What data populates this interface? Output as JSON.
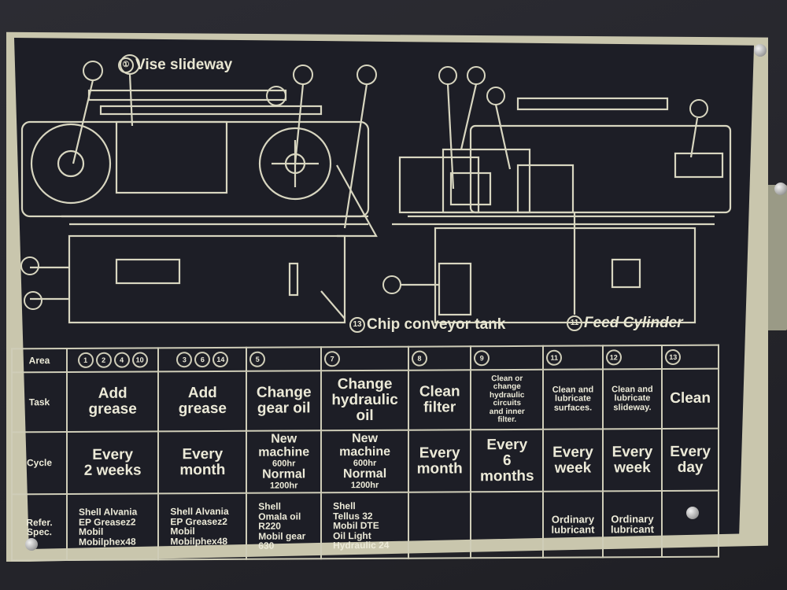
{
  "plate": {
    "diagram_labels": {
      "vise_slideway": {
        "number": "①",
        "text": "Vise slideway"
      },
      "chip_conveyor_tank": {
        "number": "13",
        "text": "Chip conveyor tank"
      },
      "feed_cylinder": {
        "number": "11",
        "text": "Feed Cylinder"
      }
    },
    "row_headers": {
      "area": "Area",
      "task": "Task",
      "cycle": "Cycle",
      "spec": [
        "Refer.",
        "Spec."
      ]
    },
    "columns": [
      {
        "areas": [
          "1",
          "2",
          "4",
          "10"
        ],
        "task": [
          "Add",
          "grease"
        ],
        "cycle": [
          "Every",
          "2 weeks"
        ],
        "spec": [
          "Shell Alvania",
          "EP Greasez2",
          "Mobil",
          "Mobilphex48"
        ]
      },
      {
        "areas": [
          "3",
          "6",
          "14"
        ],
        "task": [
          "Add",
          "grease"
        ],
        "cycle": [
          "Every",
          "month"
        ],
        "spec": [
          "Shell Alvania",
          "EP Greasez2",
          "Mobil",
          "Mobilphex48"
        ]
      },
      {
        "areas": [
          "5"
        ],
        "task": [
          "Change",
          "gear oil"
        ],
        "cycle": [
          "New",
          "machine",
          "600hr",
          "Normal",
          "1200hr"
        ],
        "spec": [
          "Shell",
          "Omala oil",
          "R220",
          "Mobil gear",
          "630"
        ]
      },
      {
        "areas": [
          "7"
        ],
        "task": [
          "Change",
          "hydraulic",
          "oil"
        ],
        "cycle": [
          "New",
          "machine",
          "600hr",
          "Normal",
          "1200hr"
        ],
        "spec": [
          "Shell",
          "Tellus 32",
          "Mobil DTE",
          "Oil Light",
          "Hydraulic 24"
        ]
      },
      {
        "areas": [
          "8"
        ],
        "task": [
          "Clean",
          "filter"
        ],
        "cycle": [
          "Every",
          "month"
        ],
        "spec": []
      },
      {
        "areas": [
          "9"
        ],
        "task": [
          "Clean or",
          "change",
          "hydraulic",
          "circuits",
          "and inner",
          "filter."
        ],
        "cycle": [
          "Every",
          "6",
          "months"
        ],
        "spec": []
      },
      {
        "areas": [
          "11"
        ],
        "task": [
          "Clean and",
          "lubricate",
          "surfaces."
        ],
        "cycle": [
          "Every",
          "week"
        ],
        "spec": [
          "Ordinary",
          "lubricant"
        ]
      },
      {
        "areas": [
          "12"
        ],
        "task": [
          "Clean and",
          "lubricate",
          "slideway."
        ],
        "cycle": [
          "Every",
          "week"
        ],
        "spec": [
          "Ordinary",
          "lubricant"
        ]
      },
      {
        "areas": [
          "13"
        ],
        "task": [
          "Clean"
        ],
        "cycle": [
          "Every",
          "day"
        ],
        "spec": []
      }
    ]
  }
}
